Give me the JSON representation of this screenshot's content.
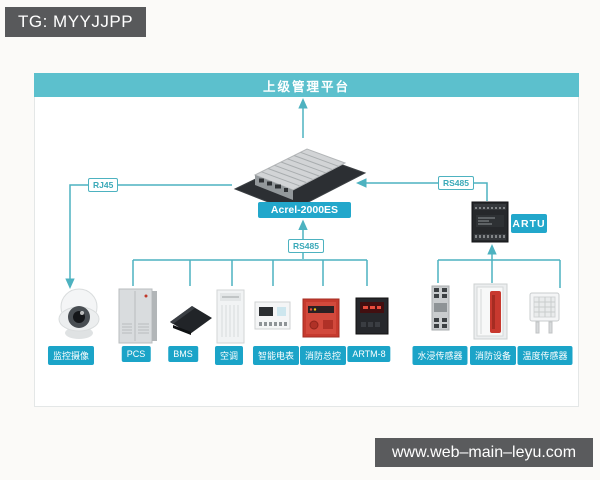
{
  "badge": {
    "label": "TG: MYYJJPP"
  },
  "watermark": {
    "label": "www.web–main–leyu.com"
  },
  "diagram": {
    "title": "上级管理平台",
    "gateway": {
      "label": "Acrel-2000ES",
      "icon": "industrial-panel-pc"
    },
    "links": {
      "rj45": "RJ45",
      "rs485_downlink": "RS485",
      "rs485_artu": "RS485"
    },
    "artu": {
      "label": "ARTU",
      "icon": "artu-io-module"
    },
    "devices": [
      {
        "id": "camera",
        "label": "监控摄像"
      },
      {
        "id": "pcs",
        "label": "PCS"
      },
      {
        "id": "bms",
        "label": "BMS"
      },
      {
        "id": "air-conditioner",
        "label": "空调"
      },
      {
        "id": "smart-meter",
        "label": "智能电表"
      },
      {
        "id": "fire-master",
        "label": "消防总控"
      },
      {
        "id": "artm-8",
        "label": "ARTM-8"
      },
      {
        "id": "water-sensor",
        "label": "水浸传感器"
      },
      {
        "id": "fire-equipment",
        "label": "消防设备"
      },
      {
        "id": "temperature-sensor",
        "label": "温度传感器"
      }
    ],
    "colors": {
      "header_teal": "#5cc0cd",
      "line_teal": "#4db2c0",
      "label_blue": "#1ba4c8",
      "badge_gray": "#58595b"
    }
  }
}
